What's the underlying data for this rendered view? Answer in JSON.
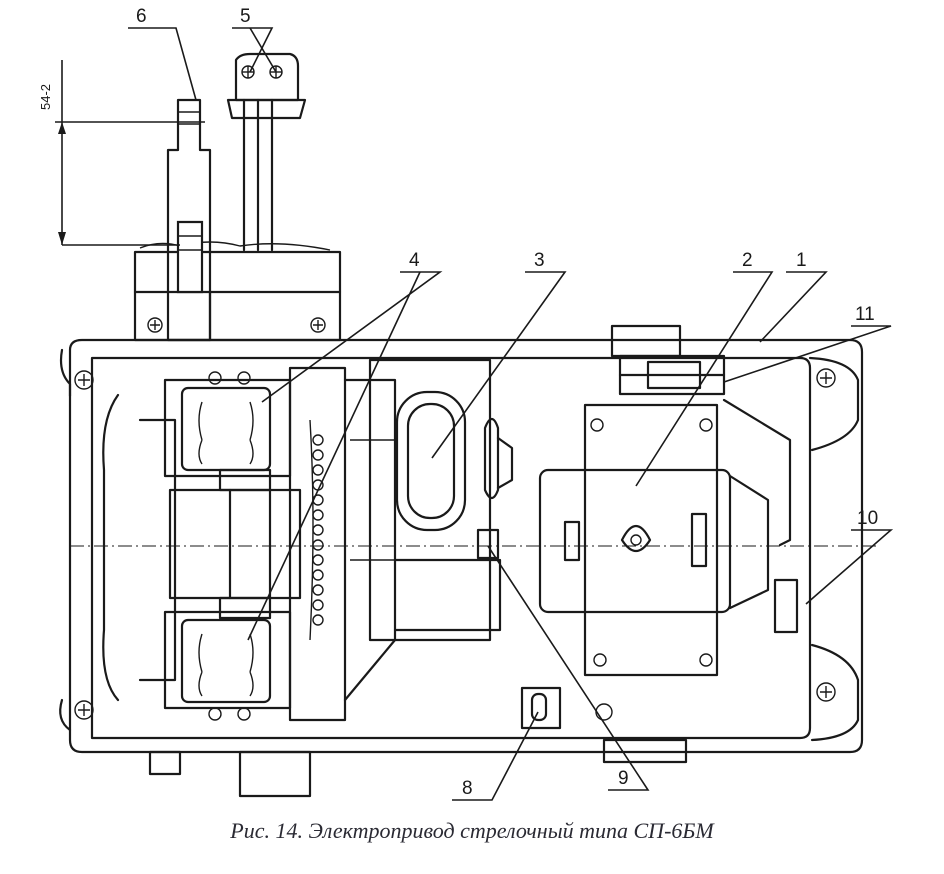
{
  "caption": "Рис. 14. Электропривод стрелочный типа СП-6БМ",
  "dimension_label": "54-2",
  "callouts": [
    {
      "id": "1",
      "label": "1"
    },
    {
      "id": "2",
      "label": "2"
    },
    {
      "id": "3",
      "label": "3"
    },
    {
      "id": "4",
      "label": "4"
    },
    {
      "id": "5",
      "label": "5"
    },
    {
      "id": "6",
      "label": "6"
    },
    {
      "id": "8",
      "label": "8"
    },
    {
      "id": "9",
      "label": "9"
    },
    {
      "id": "10",
      "label": "10"
    },
    {
      "id": "11",
      "label": "11"
    }
  ]
}
